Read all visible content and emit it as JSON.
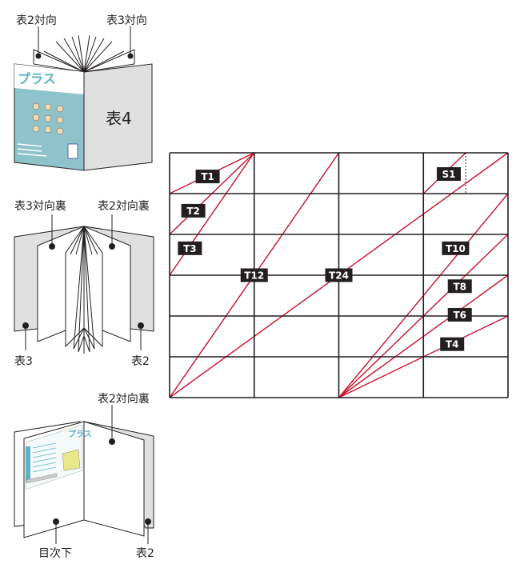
{
  "figure1": {
    "left_label": "表2対向",
    "right_label": "表3対向",
    "back_cover_label": "表4",
    "front_cover_title": "プラス"
  },
  "figure2": {
    "top_left_label": "表3対向裏",
    "top_right_label": "表2対向裏",
    "bottom_left_label": "表3",
    "bottom_right_label": "表2"
  },
  "figure3": {
    "top_right_label": "表2対向裏",
    "bottom_left_label": "目次下",
    "bottom_right_label": "表2",
    "page_title": "プラス"
  },
  "grid": {
    "labels": [
      "T1",
      "T2",
      "T3",
      "T12",
      "T24",
      "S1",
      "T10",
      "T8",
      "T6",
      "T4"
    ]
  },
  "colors": {
    "line": "#c8102e",
    "grid": "#231f20",
    "cover_gray": "#e0e0e0",
    "cover_blue": "#8fc3cc"
  }
}
